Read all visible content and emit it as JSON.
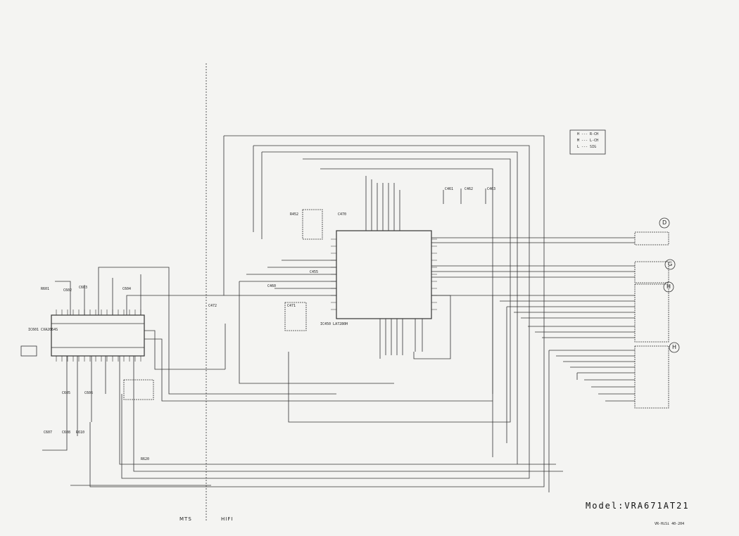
{
  "model_title": "Model:VRA671AT21",
  "sections": {
    "left": "MTS",
    "right": "HIFI"
  },
  "connector_refs": [
    {
      "id": "ref-1",
      "text": "D"
    },
    {
      "id": "ref-2",
      "text": "G"
    },
    {
      "id": "ref-3",
      "text": "H"
    },
    {
      "id": "ref-4",
      "text": "H"
    }
  ],
  "ic_labels": {
    "mts_ic": "IC601 CXA2064S",
    "hifi_ic": "IC450 LA7280H"
  },
  "legend_lines": [
    "H --- R-CH",
    "M --- L-CH",
    "L --- SIG"
  ],
  "part_labels": [
    "R452",
    "C455",
    "C460",
    "C461",
    "C462",
    "C463",
    "C470",
    "C471",
    "C472",
    "R601",
    "C602",
    "C603",
    "C604",
    "C605",
    "C606",
    "C607",
    "C608",
    "R610",
    "R620"
  ],
  "footer_note": "VR-HiSi 40-204"
}
